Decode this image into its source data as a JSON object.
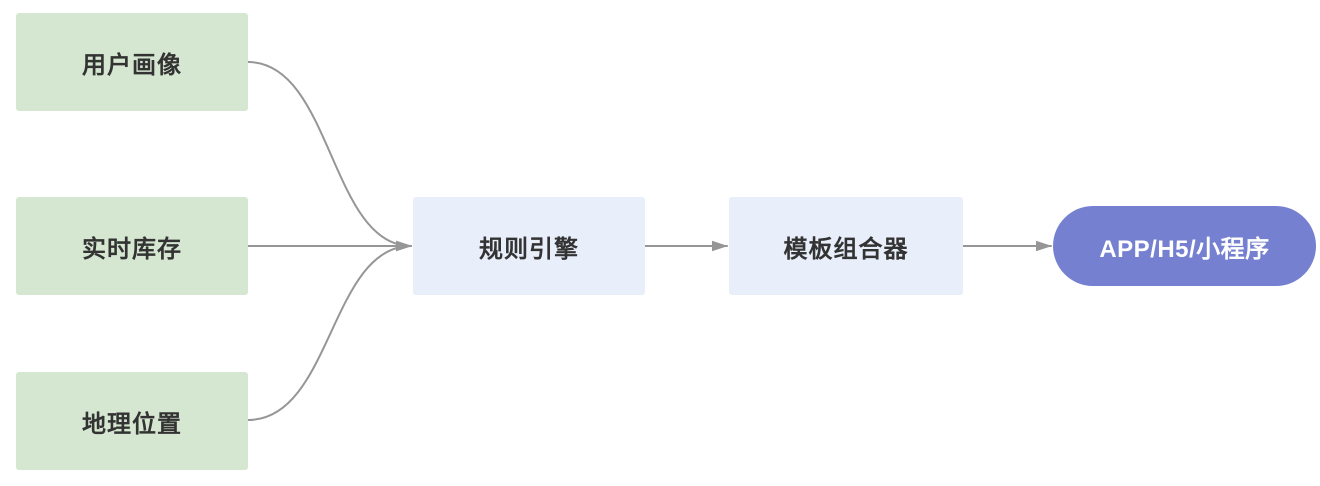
{
  "diagram": {
    "nodes": {
      "user_profile": {
        "label": "用户画像"
      },
      "realtime_inventory": {
        "label": "实时库存"
      },
      "geo_location": {
        "label": "地理位置"
      },
      "rule_engine": {
        "label": "规则引擎"
      },
      "template_composer": {
        "label": "模板组合器"
      },
      "client_channels": {
        "label": "APP/H5/小程序"
      }
    },
    "edges": [
      {
        "from": "user_profile",
        "to": "rule_engine"
      },
      {
        "from": "realtime_inventory",
        "to": "rule_engine"
      },
      {
        "from": "geo_location",
        "to": "rule_engine"
      },
      {
        "from": "rule_engine",
        "to": "template_composer"
      },
      {
        "from": "template_composer",
        "to": "client_channels"
      }
    ],
    "colors": {
      "source_node_fill": "#d5e7d1",
      "process_node_fill": "#e8eefa",
      "client_node_fill": "#7580d1",
      "node_text": "#333333",
      "client_node_text": "#ffffff",
      "edge_stroke": "#969696"
    }
  }
}
